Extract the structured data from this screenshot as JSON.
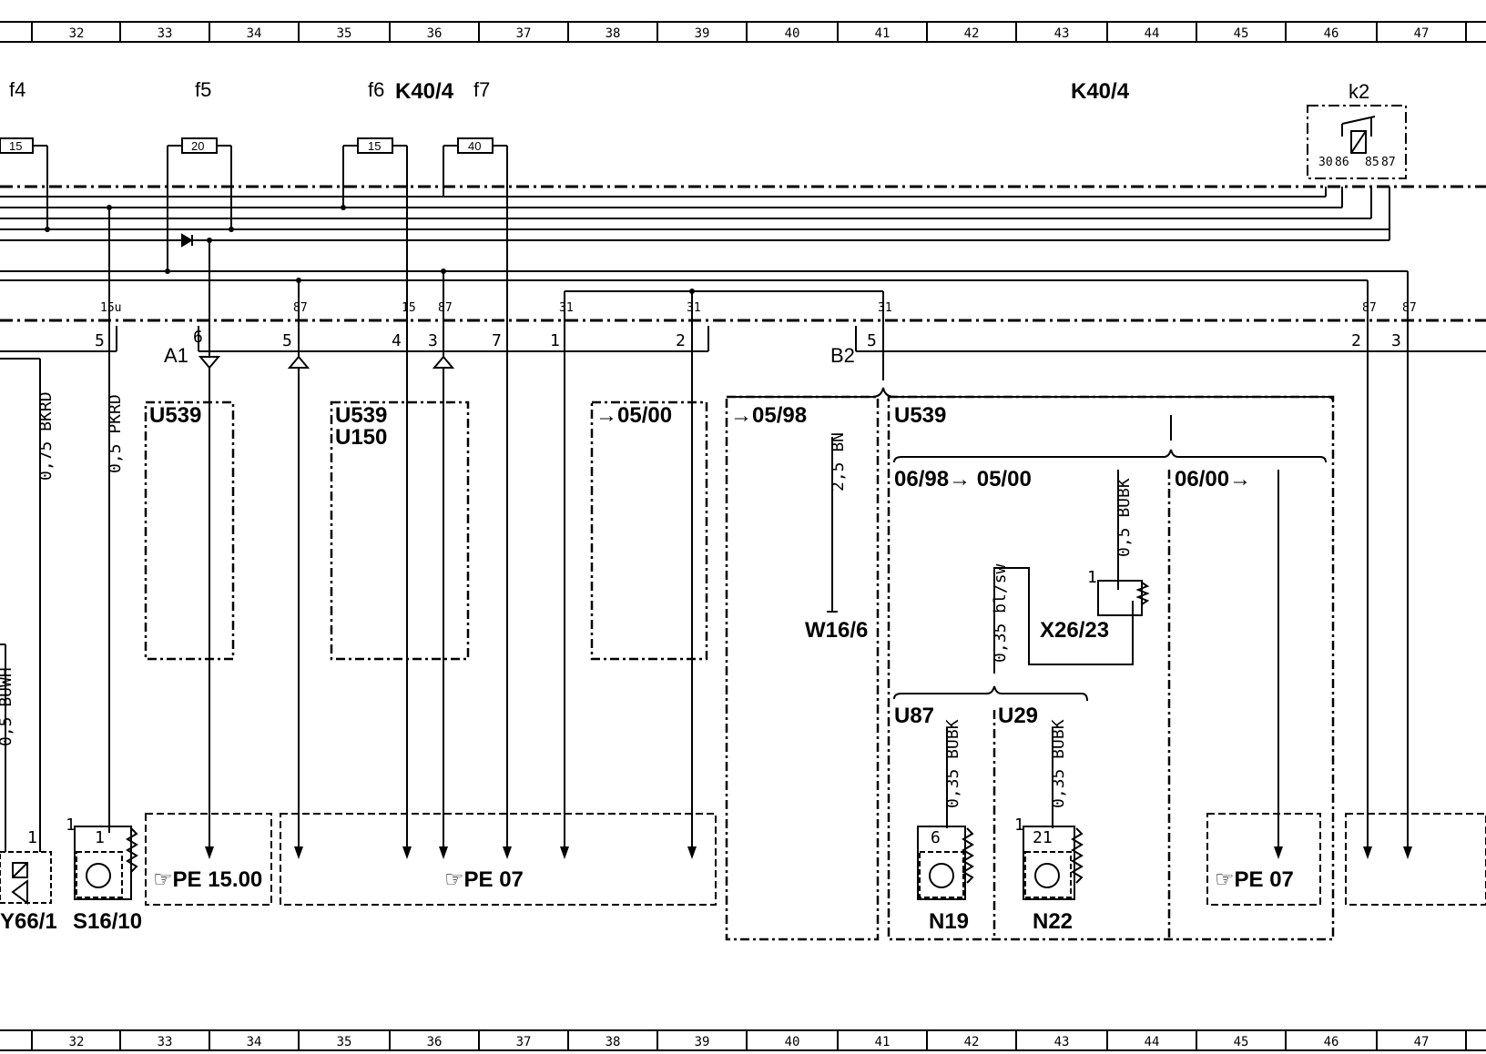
{
  "ruler": [
    "32",
    "33",
    "34",
    "35",
    "36",
    "37",
    "38",
    "39",
    "40",
    "41",
    "42",
    "43",
    "44",
    "45",
    "46",
    "47"
  ],
  "fuses": [
    {
      "name": "f4",
      "rating": "15"
    },
    {
      "name": "f5",
      "rating": "20"
    },
    {
      "name": "f6",
      "rating": "15"
    },
    {
      "name": "f7",
      "rating": "40"
    }
  ],
  "fusebox_labels": [
    "K40/4",
    "K40/4"
  ],
  "relay": {
    "name": "k2",
    "pins": [
      "30",
      "86",
      "85",
      "87"
    ]
  },
  "bus_terminals": [
    "15u",
    "87",
    "15",
    "87",
    "31",
    "31",
    "31",
    "87",
    "87"
  ],
  "connector_a": {
    "name": "A1",
    "pins": [
      "5",
      "6",
      "5",
      "4",
      "3",
      "7",
      "1",
      "2"
    ]
  },
  "connector_b": {
    "name": "B2",
    "pins": [
      "5",
      "2",
      "3"
    ]
  },
  "boxes": {
    "u539_a": "U539",
    "u539_b": "U539",
    "u150": "U150",
    "date_0500": "→05/00",
    "date_0598": "→05/98",
    "u539_c": "U539",
    "date_range": "06/98→ 05/00",
    "date_0600": "06/00→",
    "u87": "U87",
    "u29": "U29"
  },
  "wire_labels": [
    "0,75 BKRD",
    "0,5 PKRD",
    "2,5 BN",
    "0,5 BUBK",
    "0,35 bl/sw",
    "0,35 BUBK",
    "0,35 BUBK",
    "0,5 BUWH"
  ],
  "components": [
    "W16/6",
    "X26/23",
    "Y66/1",
    "S16/10",
    "N19",
    "N22"
  ],
  "component_pins": [
    "1",
    "1",
    "1",
    "1",
    "6",
    "1",
    "21"
  ],
  "page_refs": [
    "☞PE 15.00",
    "☞PE 07",
    "☞PE 07"
  ]
}
